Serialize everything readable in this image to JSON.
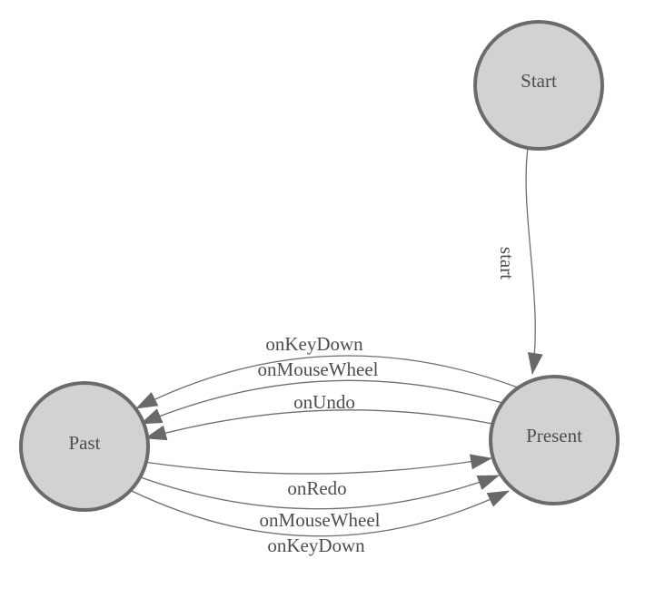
{
  "diagram": {
    "kind": "finite-state-machine",
    "colors": {
      "background": "#ffffff",
      "node_fill": "#d2d2d2",
      "node_stroke": "#6b6b6b",
      "edge_stroke": "#6e6e6e",
      "arrow_fill": "#696969",
      "text": "#4d4d4d"
    },
    "nodes": [
      {
        "id": "start",
        "label": "Start"
      },
      {
        "id": "present",
        "label": "Present"
      },
      {
        "id": "past",
        "label": "Past"
      }
    ],
    "edges": [
      {
        "id": "start-to-present",
        "from": "Start",
        "to": "Present",
        "label": "start"
      },
      {
        "id": "present-to-past-keydown",
        "from": "Present",
        "to": "Past",
        "label": "onKeyDown"
      },
      {
        "id": "present-to-past-mousewheel",
        "from": "Present",
        "to": "Past",
        "label": "onMouseWheel"
      },
      {
        "id": "present-to-past-undo",
        "from": "Present",
        "to": "Past",
        "label": "onUndo"
      },
      {
        "id": "past-to-present-redo",
        "from": "Past",
        "to": "Present",
        "label": "onRedo"
      },
      {
        "id": "past-to-present-mousewheel",
        "from": "Past",
        "to": "Present",
        "label": "onMouseWheel"
      },
      {
        "id": "past-to-present-keydown",
        "from": "Past",
        "to": "Present",
        "label": "onKeyDown"
      }
    ]
  }
}
